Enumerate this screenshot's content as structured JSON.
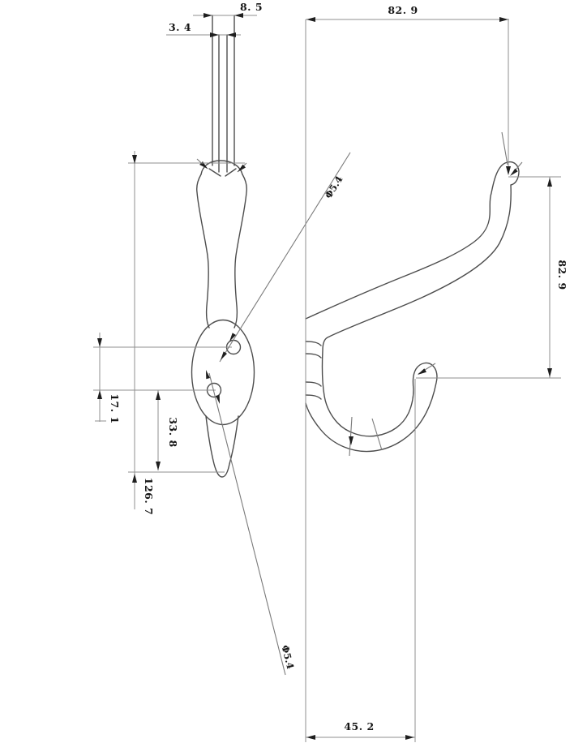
{
  "colors": {
    "background": "#ffffff",
    "outline_line": "#4d4d4d",
    "dimension_line": "#8f8f8f",
    "arrow": "#1f1f1f",
    "text": "#161616"
  },
  "front_view": {
    "dim_width_outer": "8. 5",
    "dim_width_inner": "3. 4",
    "dim_hole_spacing": "17. 1",
    "dim_lower_section": "33. 8",
    "dim_total_height": "126. 7",
    "hole_upper_label": "Φ5.4",
    "hole_lower_label": "Φ5.4"
  },
  "side_view": {
    "dim_depth_top": "82. 9",
    "dim_tip_height": "82. 9",
    "dim_depth_bottom": "45. 2"
  }
}
